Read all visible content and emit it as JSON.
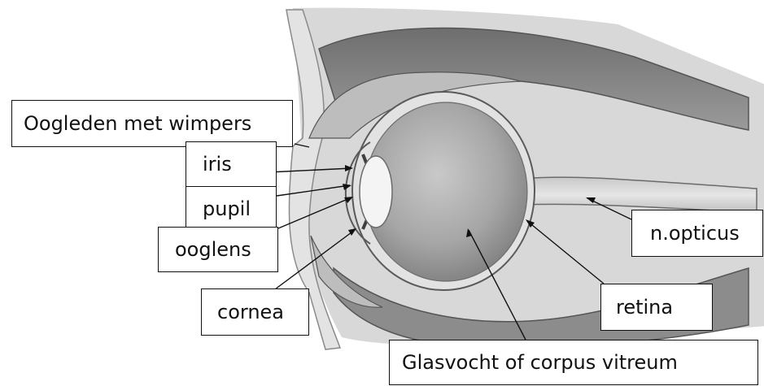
{
  "labels": {
    "eyelids": "Oogleden met wimpers",
    "iris": "iris",
    "pupil": "pupil",
    "lens": "ooglens",
    "cornea": "cornea",
    "optic_nerve": "n.opticus",
    "retina": "retina",
    "vitreous": "Glasvocht of corpus vitreum"
  }
}
